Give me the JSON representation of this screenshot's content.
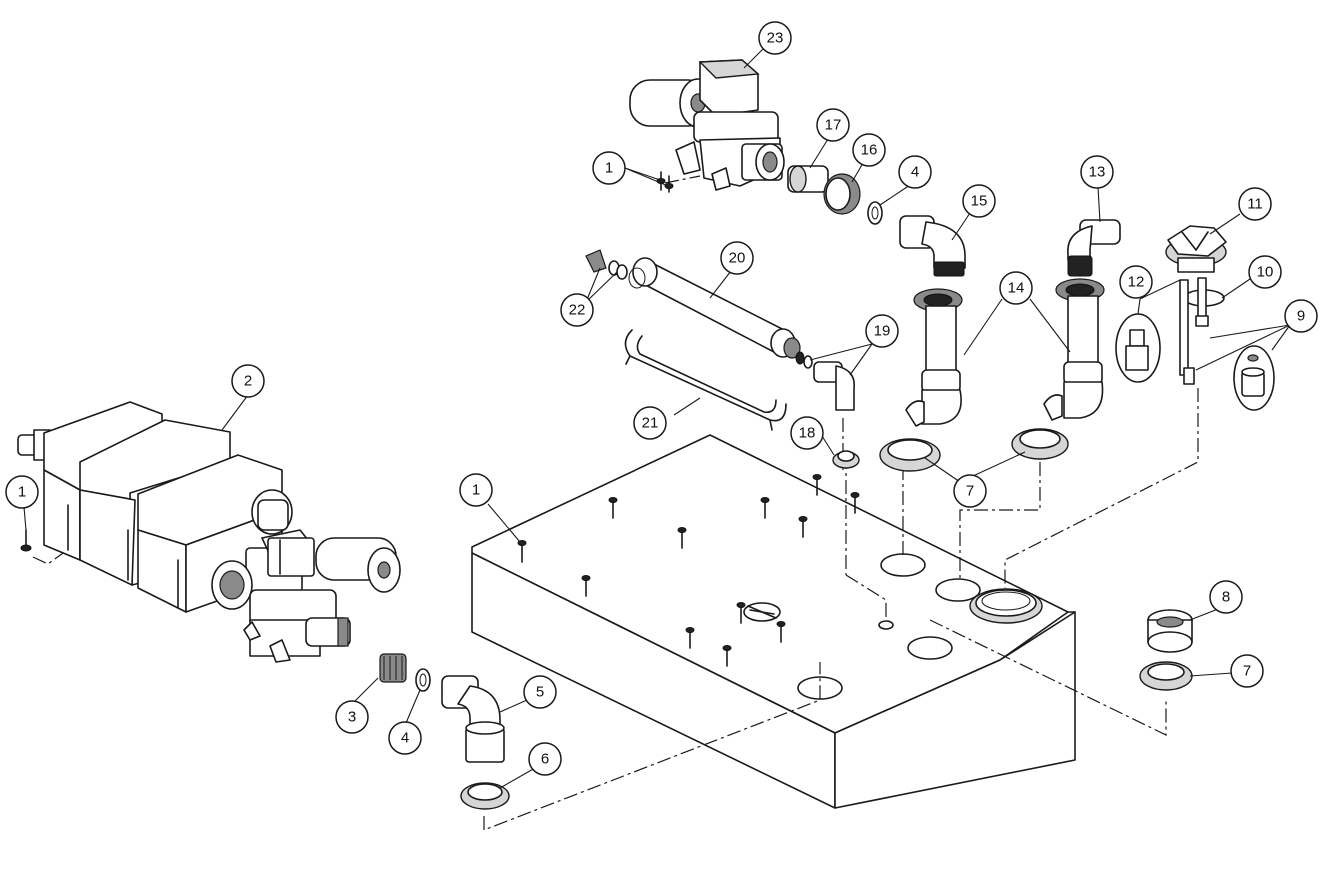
{
  "callouts": [
    {
      "id": "c1a",
      "label": "1"
    },
    {
      "id": "c1b",
      "label": "1"
    },
    {
      "id": "c1c",
      "label": "1"
    },
    {
      "id": "c2",
      "label": "2"
    },
    {
      "id": "c3",
      "label": "3"
    },
    {
      "id": "c4a",
      "label": "4"
    },
    {
      "id": "c4b",
      "label": "4"
    },
    {
      "id": "c5",
      "label": "5"
    },
    {
      "id": "c6",
      "label": "6"
    },
    {
      "id": "c7a",
      "label": "7"
    },
    {
      "id": "c7b",
      "label": "7"
    },
    {
      "id": "c8",
      "label": "8"
    },
    {
      "id": "c9",
      "label": "9"
    },
    {
      "id": "c10",
      "label": "10"
    },
    {
      "id": "c11",
      "label": "11"
    },
    {
      "id": "c12",
      "label": "12"
    },
    {
      "id": "c13",
      "label": "13"
    },
    {
      "id": "c14",
      "label": "14"
    },
    {
      "id": "c15",
      "label": "15"
    },
    {
      "id": "c16",
      "label": "16"
    },
    {
      "id": "c17",
      "label": "17"
    },
    {
      "id": "c18",
      "label": "18"
    },
    {
      "id": "c19",
      "label": "19"
    },
    {
      "id": "c20",
      "label": "20"
    },
    {
      "id": "c21",
      "label": "21"
    },
    {
      "id": "c22",
      "label": "22"
    },
    {
      "id": "c23",
      "label": "23"
    }
  ]
}
